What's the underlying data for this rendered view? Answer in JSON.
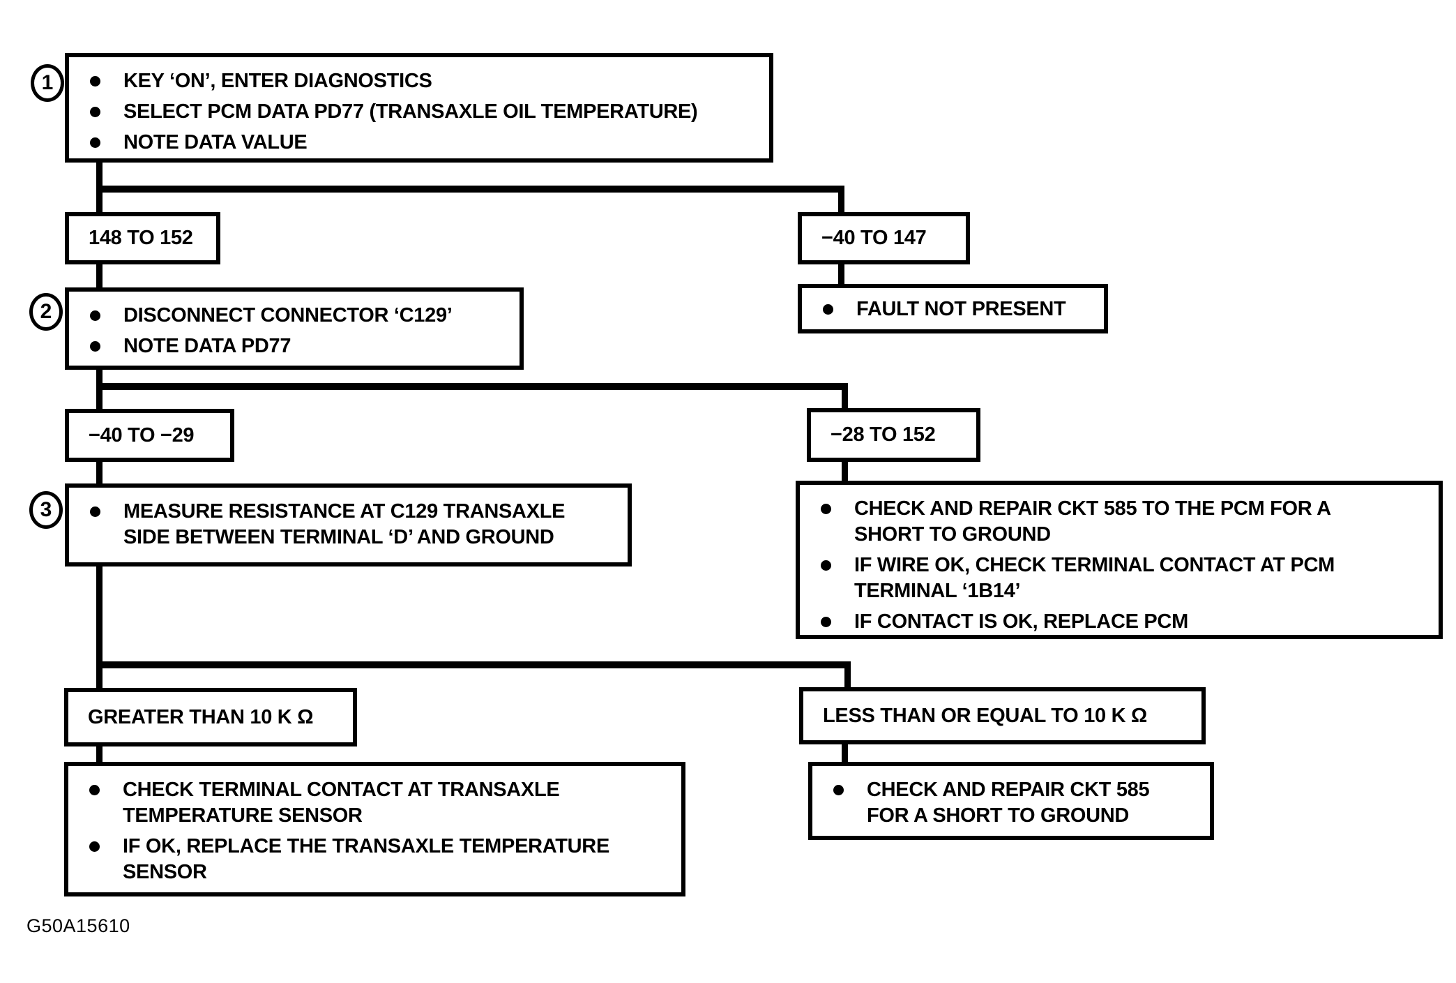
{
  "figure_id": "G50A15610",
  "nodes": {
    "step1": {
      "number": "1",
      "bullets": [
        [
          "KEY ‘ON’, ENTER DIAGNOSTICS"
        ],
        [
          "SELECT PCM DATA PD77 (TRANSAXLE OIL TEMPERATURE)"
        ],
        [
          "NOTE DATA VALUE"
        ]
      ]
    },
    "cond_148_152": {
      "label": "148 TO 152"
    },
    "cond_m40_147": {
      "label": "−40 TO 147"
    },
    "step2": {
      "number": "2",
      "bullets": [
        [
          "DISCONNECT CONNECTOR ‘C129’"
        ],
        [
          "NOTE DATA PD77"
        ]
      ]
    },
    "fault_not_present": {
      "bullets": [
        [
          "FAULT NOT PRESENT"
        ]
      ]
    },
    "cond_m40_m29": {
      "label": "−40 TO −29"
    },
    "cond_m28_152": {
      "label": "−28 TO 152"
    },
    "step3": {
      "number": "3",
      "bullets": [
        [
          "MEASURE RESISTANCE AT C129 TRANSAXLE",
          "SIDE BETWEEN TERMINAL ‘D’ AND GROUND"
        ]
      ]
    },
    "repair_pcm": {
      "bullets": [
        [
          "CHECK AND REPAIR CKT 585 TO THE PCM FOR A",
          "SHORT TO GROUND"
        ],
        [
          "IF WIRE OK, CHECK TERMINAL CONTACT AT PCM",
          "TERMINAL ‘1B14’"
        ],
        [
          "IF CONTACT IS OK, REPLACE PCM"
        ]
      ]
    },
    "cond_gt_10k": {
      "label": "GREATER THAN 10 K Ω"
    },
    "cond_le_10k": {
      "label": "LESS THAN OR EQUAL TO 10 K Ω"
    },
    "replace_sensor": {
      "bullets": [
        [
          "CHECK TERMINAL CONTACT AT TRANSAXLE",
          "TEMPERATURE SENSOR"
        ],
        [
          "IF OK, REPLACE THE TRANSAXLE TEMPERATURE",
          "SENSOR"
        ]
      ]
    },
    "repair_ckt585": {
      "bullets": [
        [
          "CHECK AND REPAIR CKT 585",
          "FOR A SHORT TO GROUND"
        ]
      ]
    }
  }
}
